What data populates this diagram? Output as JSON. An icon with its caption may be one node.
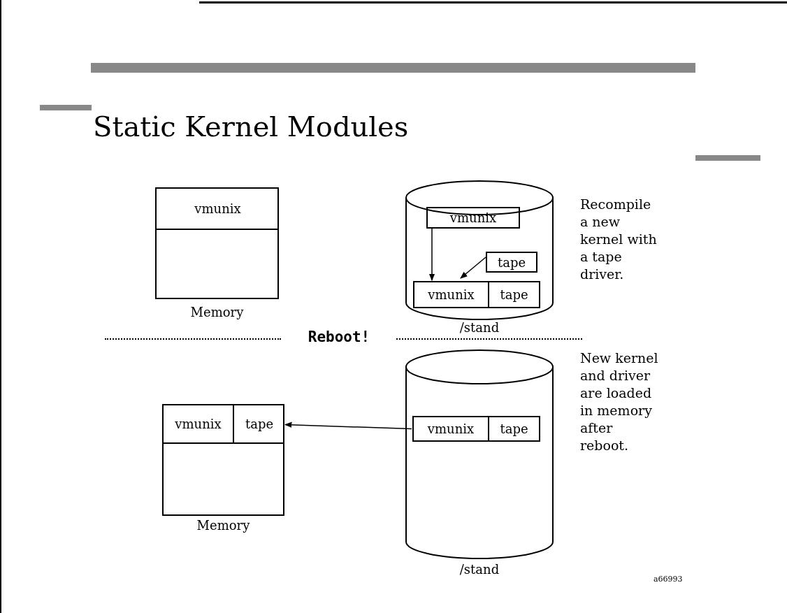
{
  "diagram": {
    "title": "Static Kernel Modules",
    "nodes": [
      {
        "text": [],
        "shape": "box",
        "beside": [
          "Memory"
        ]
      },
      {
        "text": [
          "vmunix"
        ],
        "in": 0
      },
      {
        "text": [],
        "shape": "cylinder",
        "beside": [
          "/stand"
        ]
      },
      {
        "text": [
          "vmunix"
        ],
        "in": 2
      },
      {
        "text": [
          "tape"
        ],
        "in": 2
      },
      {
        "text": [
          "vmunix",
          "tape"
        ],
        "in": 2
      },
      {
        "text": [],
        "shape": "box",
        "beside": [
          "Memory"
        ]
      },
      {
        "text": [
          "vmunix",
          "tape"
        ],
        "in": 6
      },
      {
        "text": [],
        "shape": "cylinder",
        "beside": [
          "/stand"
        ]
      },
      {
        "text": [
          "vmunix",
          "tape"
        ],
        "in": 8
      }
    ],
    "edges": [
      {
        "from": 3,
        "to": 5,
        "arrow": "to"
      },
      {
        "from": 4,
        "to": 5,
        "arrow": "to"
      },
      {
        "from": 9,
        "to": 7,
        "arrow": "to"
      }
    ],
    "labels": [
      "Recompile a new kernel with a tape driver.",
      "Reboot!",
      "New kernel and driver are loaded in memory after reboot.",
      "a66993"
    ]
  }
}
